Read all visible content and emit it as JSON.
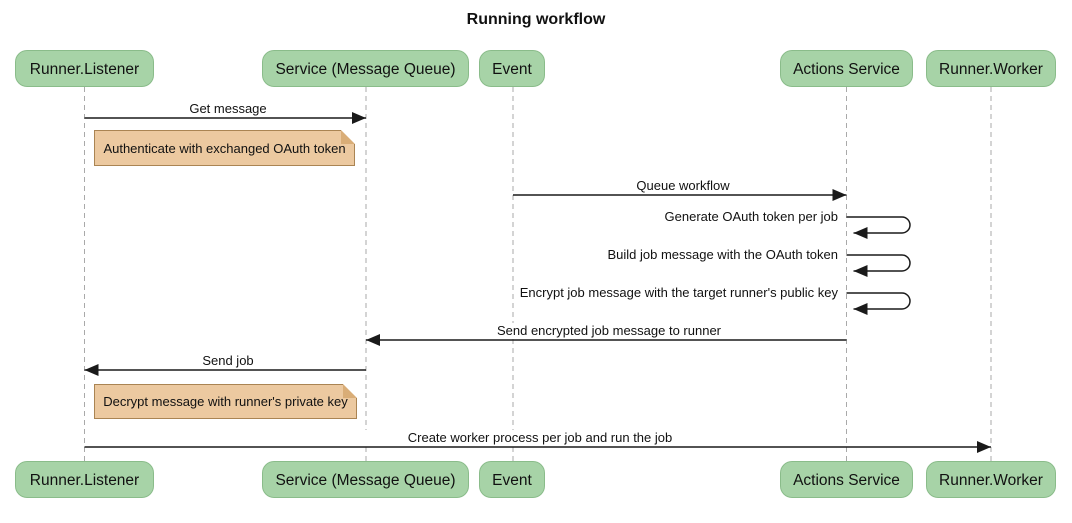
{
  "title": "Running workflow",
  "actors": [
    {
      "id": "runner-listener",
      "label": "Runner.Listener"
    },
    {
      "id": "service-message-queue",
      "label": "Service (Message Queue)"
    },
    {
      "id": "event",
      "label": "Event"
    },
    {
      "id": "actions-service",
      "label": "Actions Service"
    },
    {
      "id": "runner-worker",
      "label": "Runner.Worker"
    }
  ],
  "messages": [
    {
      "label": "Get message",
      "from": "Runner.Listener",
      "to": "Service (Message Queue)",
      "type": "arrow"
    },
    {
      "label": "Queue workflow",
      "from": "Event",
      "to": "Actions Service",
      "type": "arrow"
    },
    {
      "label": "Generate OAuth token per job",
      "from": "Actions Service",
      "to": "Actions Service",
      "type": "self"
    },
    {
      "label": "Build job message with the OAuth token",
      "from": "Actions Service",
      "to": "Actions Service",
      "type": "self"
    },
    {
      "label": "Encrypt job message with the target runner's public key",
      "from": "Actions Service",
      "to": "Actions Service",
      "type": "self"
    },
    {
      "label": "Send encrypted job message to runner",
      "from": "Actions Service",
      "to": "Service (Message Queue)",
      "type": "arrow"
    },
    {
      "label": "Send job",
      "from": "Service (Message Queue)",
      "to": "Runner.Listener",
      "type": "arrow"
    },
    {
      "label": "Create worker process per job and run the job",
      "from": "Runner.Listener",
      "to": "Runner.Worker",
      "type": "arrow"
    }
  ],
  "notes": [
    {
      "label": "Authenticate with exchanged OAuth token",
      "position": "right of Runner.Listener"
    },
    {
      "label": "Decrypt message with runner's private key",
      "position": "right of Runner.Listener"
    }
  ],
  "colors": {
    "background": "#ffffff",
    "actor_fill": "#a7d3a7",
    "actor_border": "#8abc8a",
    "note_fill": "#ecc9a0",
    "note_border": "#aa8453",
    "line": "#1a1a1a",
    "lifeline": "#a9a9a9"
  }
}
